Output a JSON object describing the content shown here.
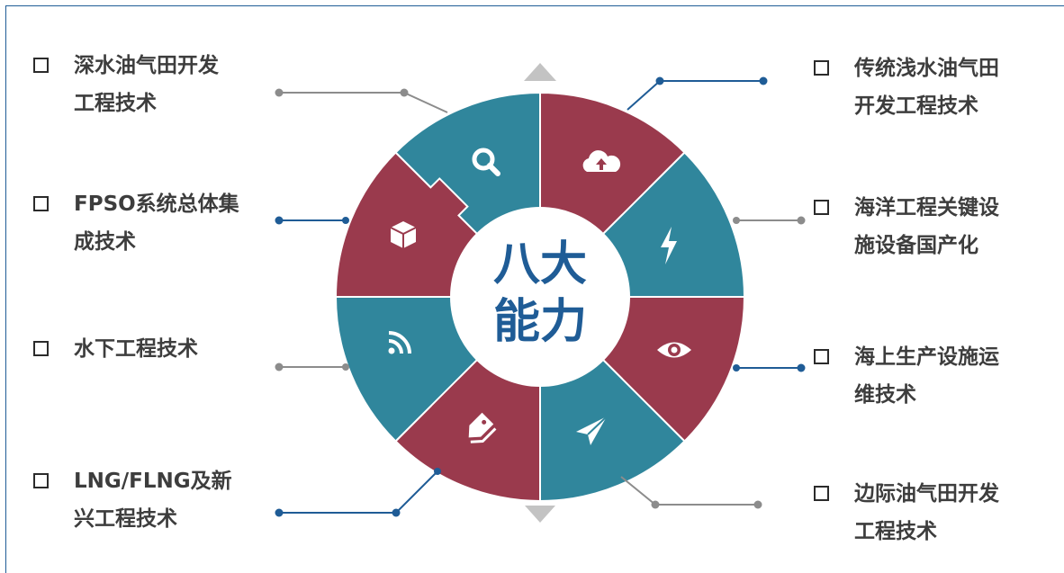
{
  "center": {
    "line1": "八大",
    "line2": "能力"
  },
  "left_items": [
    {
      "line1": "深水油气田开发",
      "line2": "工程技术"
    },
    {
      "line1": "FPSO系统总体集",
      "line2": "成技术"
    },
    {
      "line1": "水下工程技术",
      "line2": ""
    },
    {
      "line1": "LNG/FLNG及新",
      "line2": "兴工程技术"
    }
  ],
  "right_items": [
    {
      "line1": "传统浅水油气田",
      "line2": "开发工程技术"
    },
    {
      "line1": "海洋工程关键设",
      "line2": "施设备国产化"
    },
    {
      "line1": "海上生产设施运",
      "line2": "维技术"
    },
    {
      "line1": "边际油气田开发",
      "line2": "工程技术"
    }
  ],
  "segment_icons": [
    "search-icon",
    "cloud-upload-icon",
    "lightning-icon",
    "eye-icon",
    "send-icon",
    "tag-icon",
    "rss-icon",
    "cube-icon"
  ],
  "colors": {
    "teal": "#30869c",
    "crimson": "#9a3a4d",
    "blue": "#1f5c96",
    "gray": "#8c8c8c",
    "center_text": "#1f5c96"
  }
}
